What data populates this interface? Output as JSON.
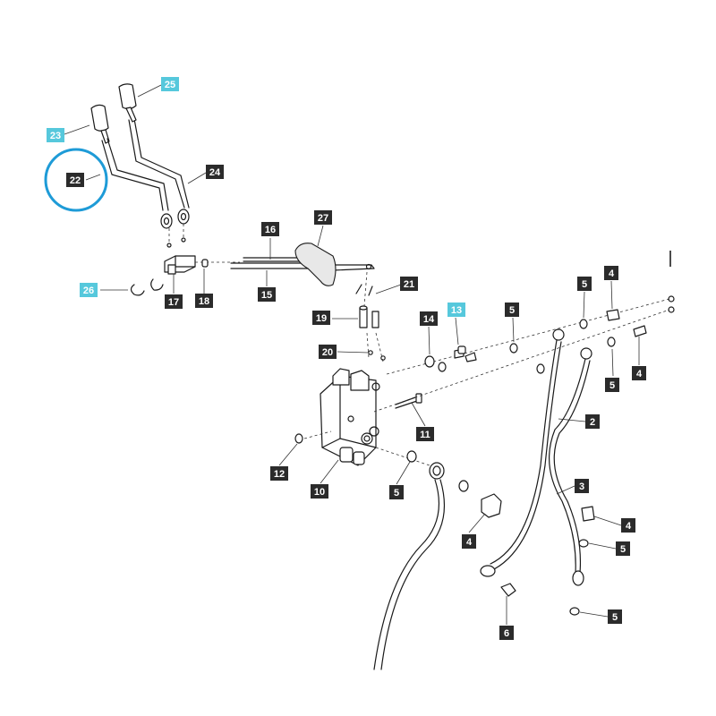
{
  "diagram": {
    "callouts": [
      {
        "id": "c22",
        "label": "22",
        "style": "dark",
        "highlighted": true
      },
      {
        "id": "c23",
        "label": "23",
        "style": "cyan"
      },
      {
        "id": "c25",
        "label": "25",
        "style": "cyan"
      },
      {
        "id": "c24",
        "label": "24",
        "style": "dark"
      },
      {
        "id": "c26",
        "label": "26",
        "style": "cyan"
      },
      {
        "id": "c17",
        "label": "17",
        "style": "dark"
      },
      {
        "id": "c18",
        "label": "18",
        "style": "dark"
      },
      {
        "id": "c16",
        "label": "16",
        "style": "dark"
      },
      {
        "id": "c27",
        "label": "27",
        "style": "dark"
      },
      {
        "id": "c15",
        "label": "15",
        "style": "dark"
      },
      {
        "id": "c21",
        "label": "21",
        "style": "dark"
      },
      {
        "id": "c19",
        "label": "19",
        "style": "dark"
      },
      {
        "id": "c20",
        "label": "20",
        "style": "dark"
      },
      {
        "id": "c14",
        "label": "14",
        "style": "dark"
      },
      {
        "id": "c13",
        "label": "13",
        "style": "cyan"
      },
      {
        "id": "c5a",
        "label": "5",
        "style": "dark"
      },
      {
        "id": "c5b",
        "label": "5",
        "style": "dark"
      },
      {
        "id": "c4a",
        "label": "4",
        "style": "dark"
      },
      {
        "id": "c5c",
        "label": "5",
        "style": "dark"
      },
      {
        "id": "c4b",
        "label": "4",
        "style": "dark"
      },
      {
        "id": "c2",
        "label": "2",
        "style": "dark"
      },
      {
        "id": "c11",
        "label": "11",
        "style": "dark"
      },
      {
        "id": "c12",
        "label": "12",
        "style": "dark"
      },
      {
        "id": "c10",
        "label": "10",
        "style": "dark"
      },
      {
        "id": "c5d",
        "label": "5",
        "style": "dark"
      },
      {
        "id": "c3",
        "label": "3",
        "style": "dark"
      },
      {
        "id": "c4c",
        "label": "4",
        "style": "dark"
      },
      {
        "id": "c4d",
        "label": "4",
        "style": "dark"
      },
      {
        "id": "c5e",
        "label": "5",
        "style": "dark"
      },
      {
        "id": "c5f",
        "label": "5",
        "style": "dark"
      },
      {
        "id": "c6",
        "label": "6",
        "style": "dark"
      }
    ],
    "colors": {
      "dark_tag": "#2b2b2b",
      "cyan_tag": "#56c8dc",
      "highlight": "#1e9bd7"
    }
  }
}
